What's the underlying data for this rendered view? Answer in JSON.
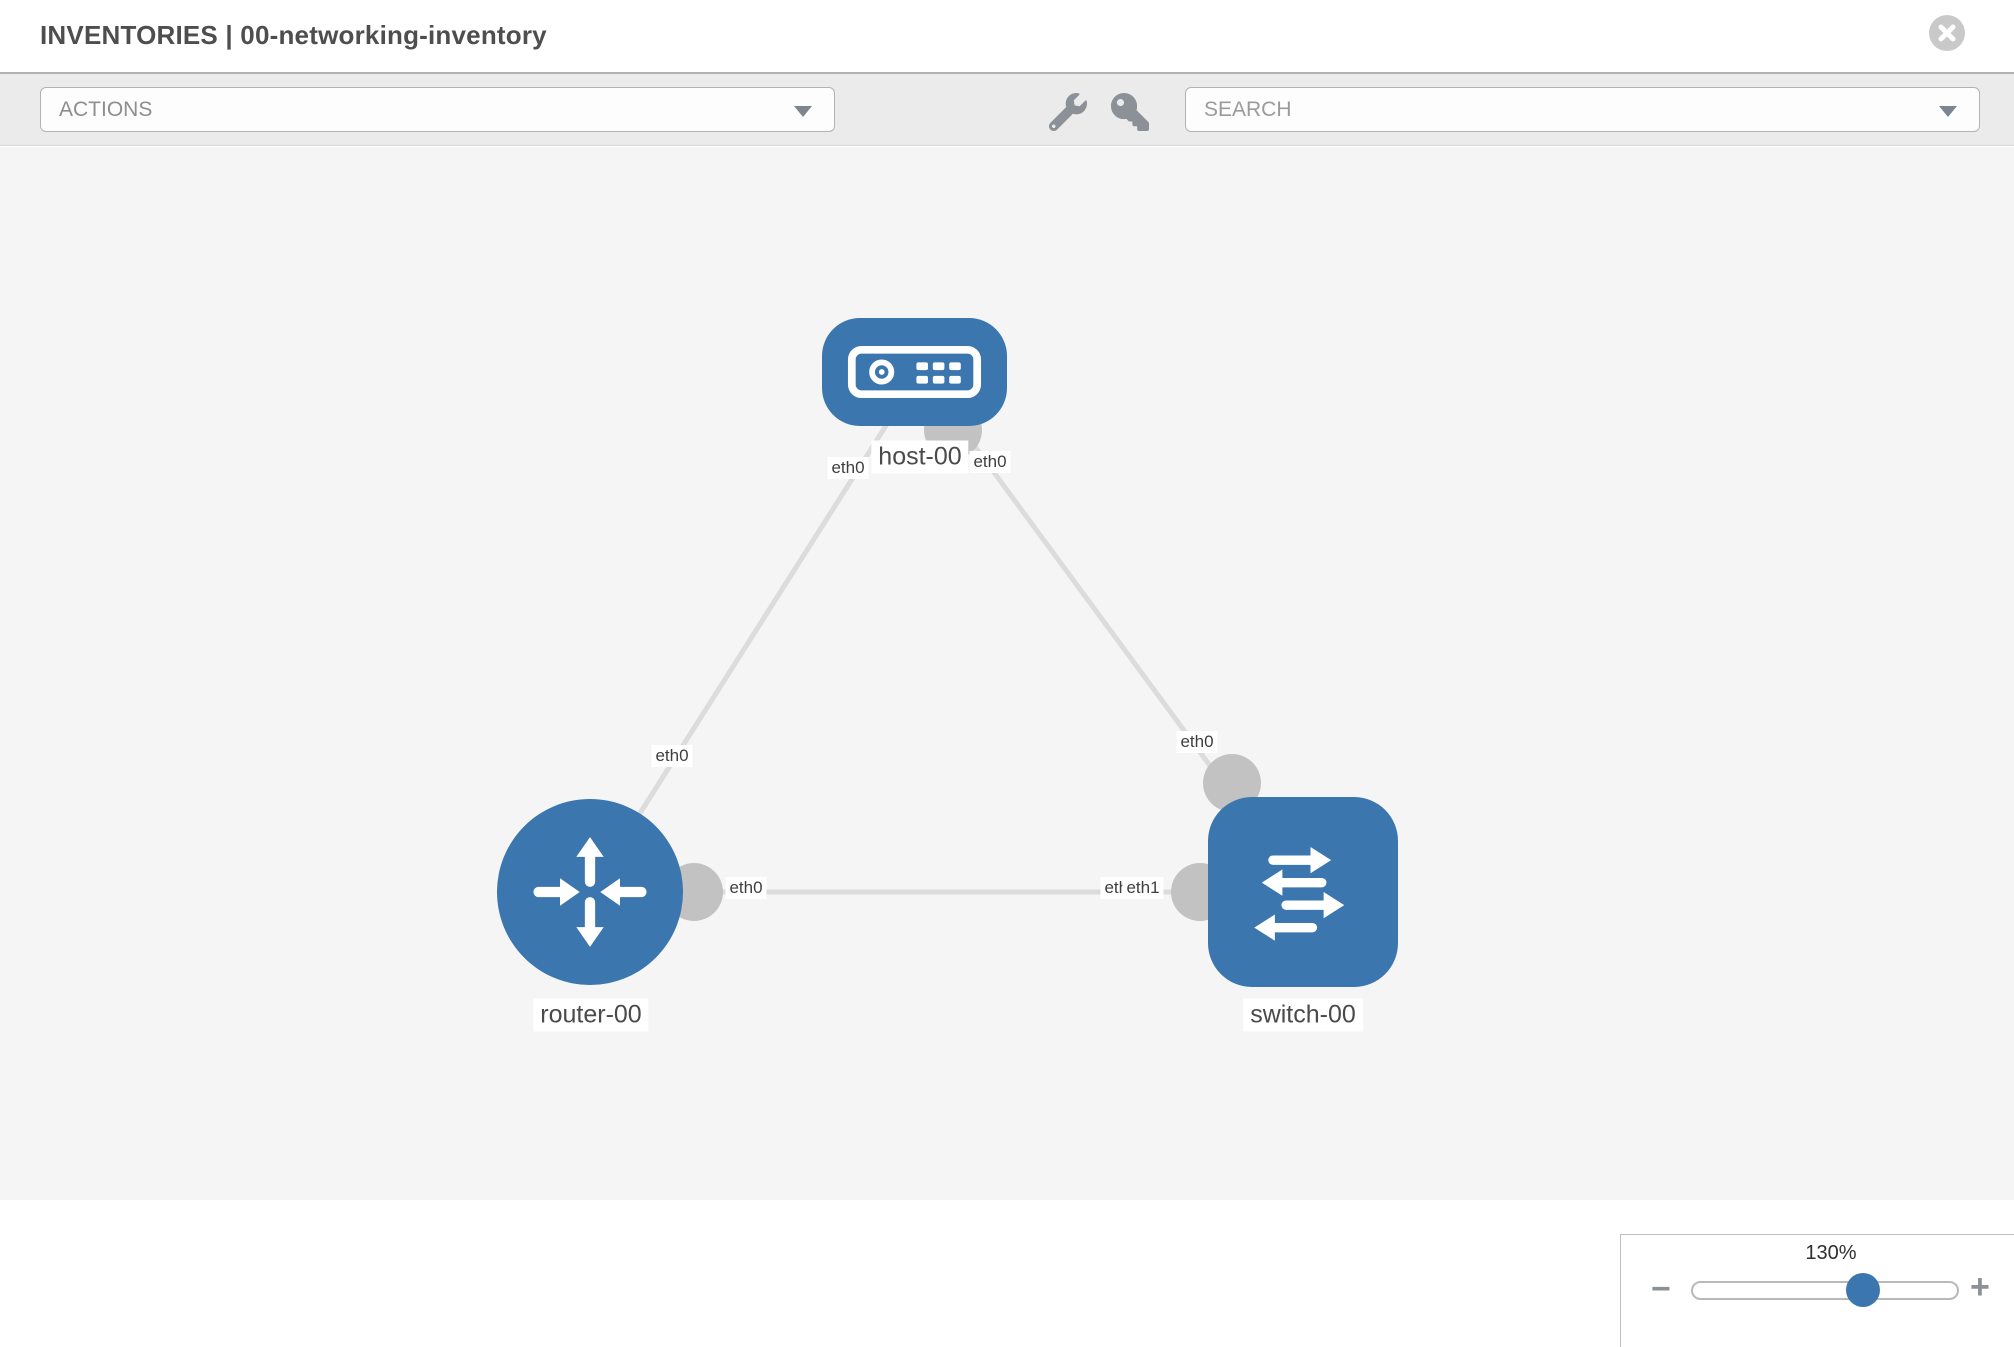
{
  "header": {
    "title": "INVENTORIES | 00-networking-inventory"
  },
  "toolbar": {
    "actions_label": "ACTIONS",
    "search_placeholder": "SEARCH"
  },
  "topology": {
    "nodes": [
      {
        "id": "host-00",
        "type": "host",
        "label": "host-00"
      },
      {
        "id": "router-00",
        "type": "router",
        "label": "router-00"
      },
      {
        "id": "switch-00",
        "type": "switch",
        "label": "switch-00"
      }
    ],
    "links": [
      {
        "from": "host-00",
        "to": "router-00",
        "from_interface": "eth0",
        "to_interface": "eth0"
      },
      {
        "from": "host-00",
        "to": "switch-00",
        "from_interface": "eth0",
        "to_interface": "eth0"
      },
      {
        "from": "router-00",
        "to": "switch-00",
        "from_interface": "eth0",
        "to_interface": "eth1"
      }
    ],
    "interface_labels": [
      {
        "text": "eth0"
      },
      {
        "text": "eth0"
      },
      {
        "text": "eth0"
      },
      {
        "text": "eth0"
      },
      {
        "text": "eth0"
      },
      {
        "text": "eth0"
      },
      {
        "text": "eth1"
      }
    ]
  },
  "zoom_control": {
    "level": "130%",
    "minus_label": "−",
    "plus_label": "+"
  },
  "colors": {
    "node_blue": "#3b76ae",
    "link_gray": "#dcdcdc",
    "interface_circle_gray": "#c2c2c2",
    "canvas_bg": "#f5f5f5",
    "toolbar_bg": "#ebebeb"
  }
}
